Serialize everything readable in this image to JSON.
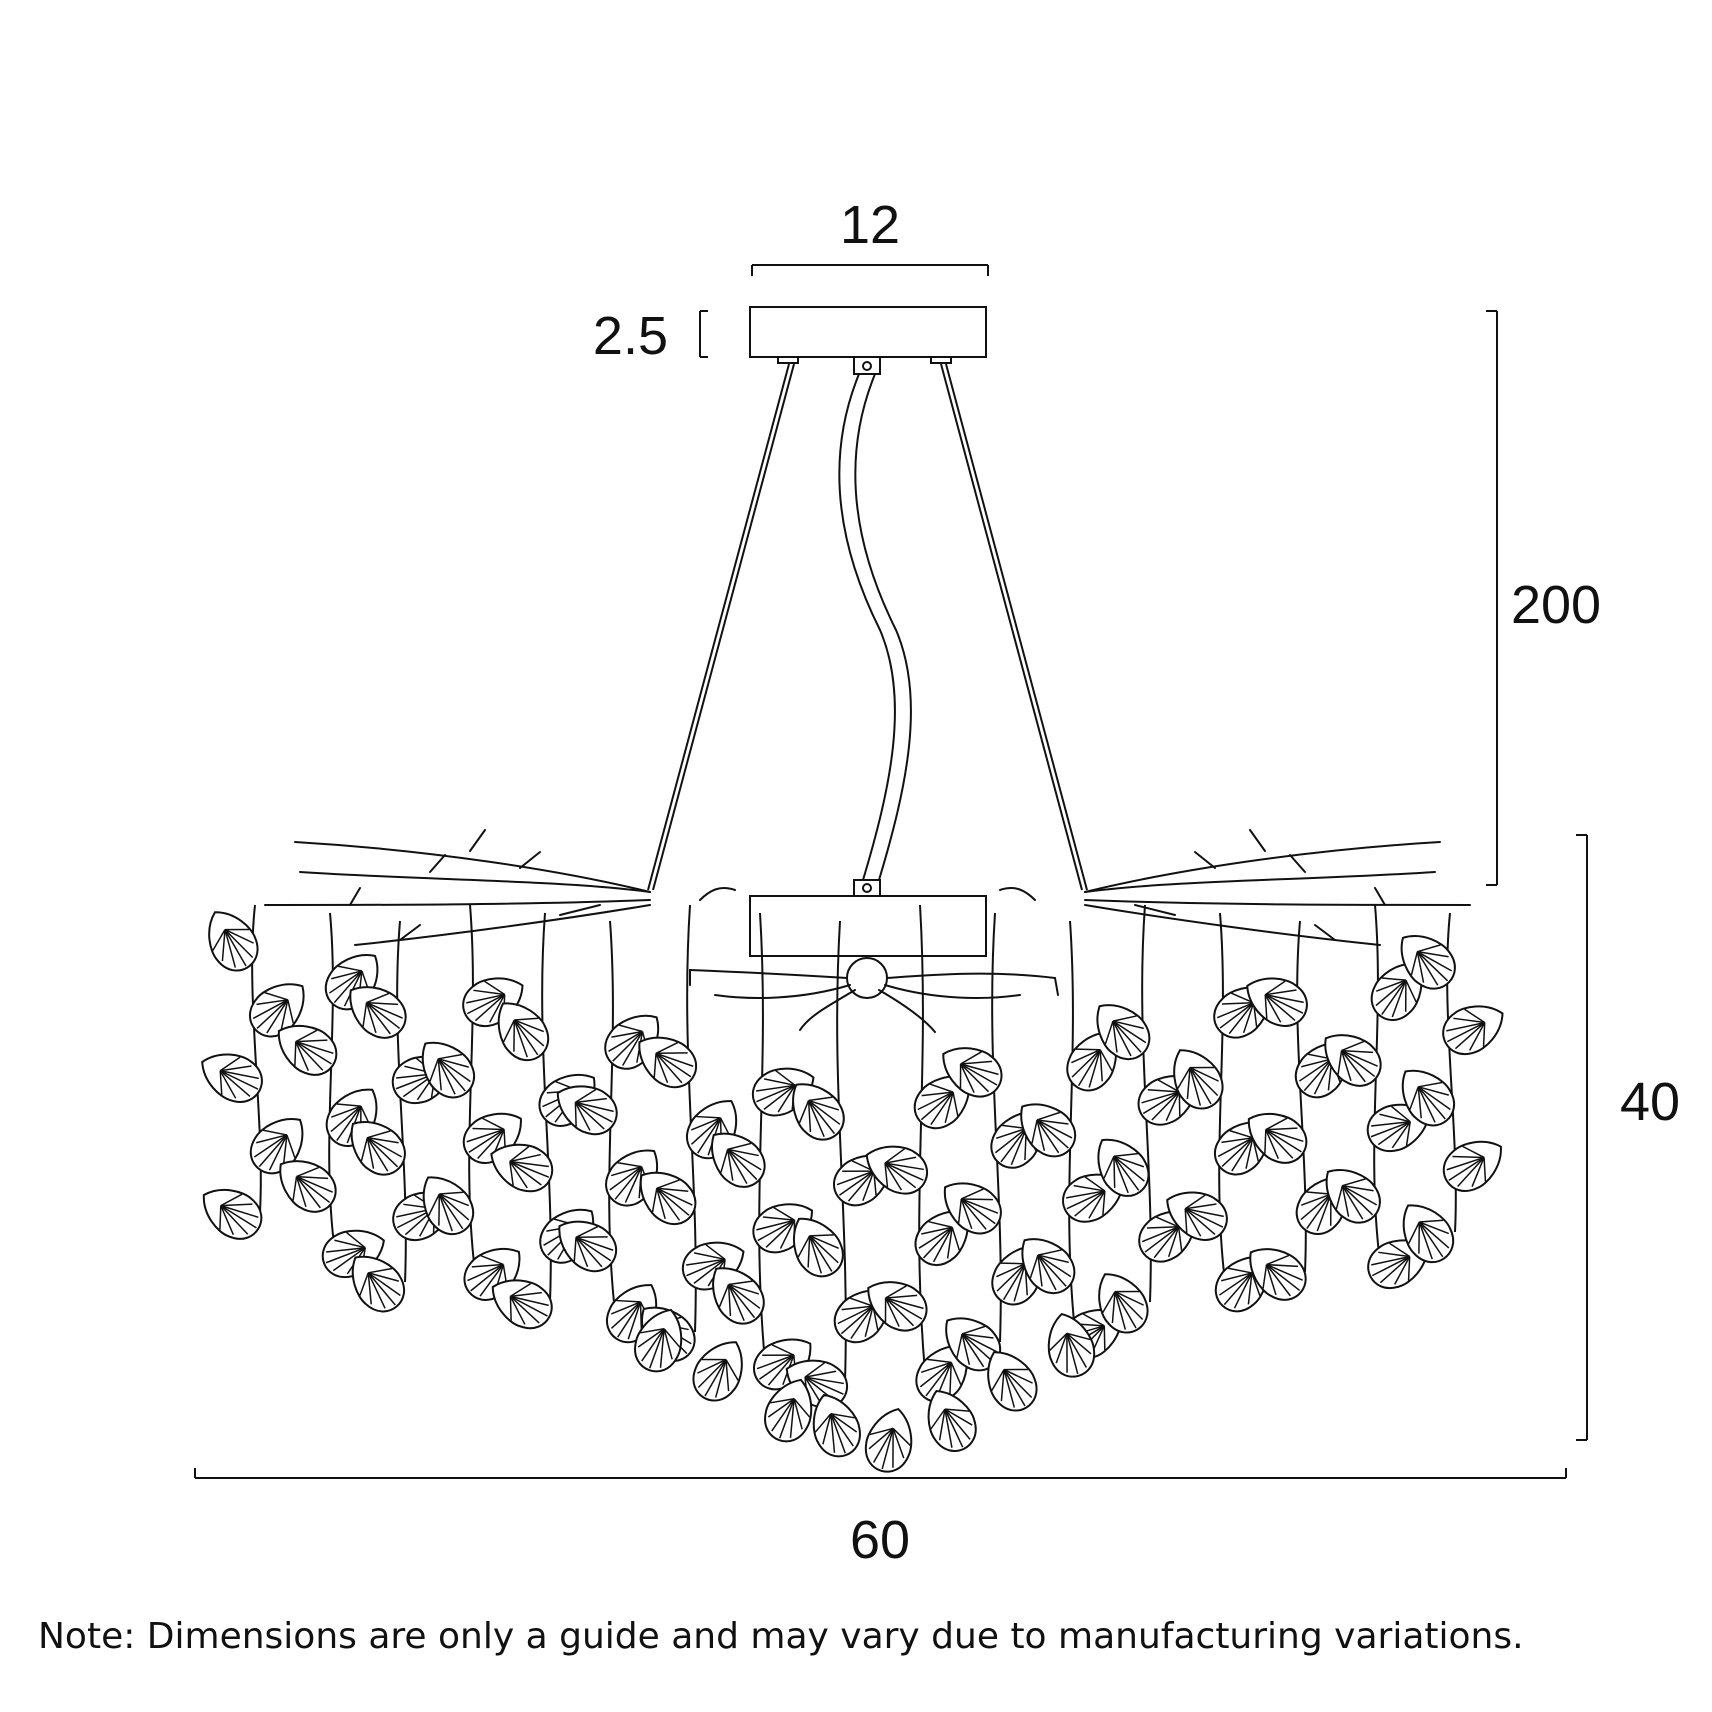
{
  "dimensions": {
    "canopy_width": "12",
    "canopy_height": "2.5",
    "drop_length": "200",
    "fixture_height": "40",
    "fixture_width": "60"
  },
  "note": "Note: Dimensions are only a guide and may vary due to manufacturing variations.",
  "colors": {
    "line": "#111111",
    "background": "#ffffff"
  }
}
